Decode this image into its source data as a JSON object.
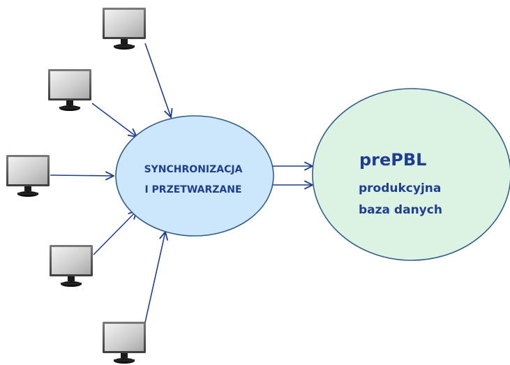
{
  "sync_node": {
    "line1": "SYNCHRONIZACJA",
    "line2": "I PRZETWARZANE"
  },
  "db_node": {
    "title": "prePBL",
    "line1": "produkcyjna",
    "line2": "baza danych"
  },
  "colors": {
    "sync_fill": "#cce7fb",
    "db_fill": "#dcf3e4",
    "ellipse_stroke": "#2f5e8c",
    "arrow": "#1f3f8a",
    "text": "#1f3e8f",
    "monitor_frame": "#5d5d5d",
    "monitor_screen": "#d6d6d6",
    "monitor_base": "#111111"
  },
  "icons": {
    "client": "monitor-icon"
  }
}
